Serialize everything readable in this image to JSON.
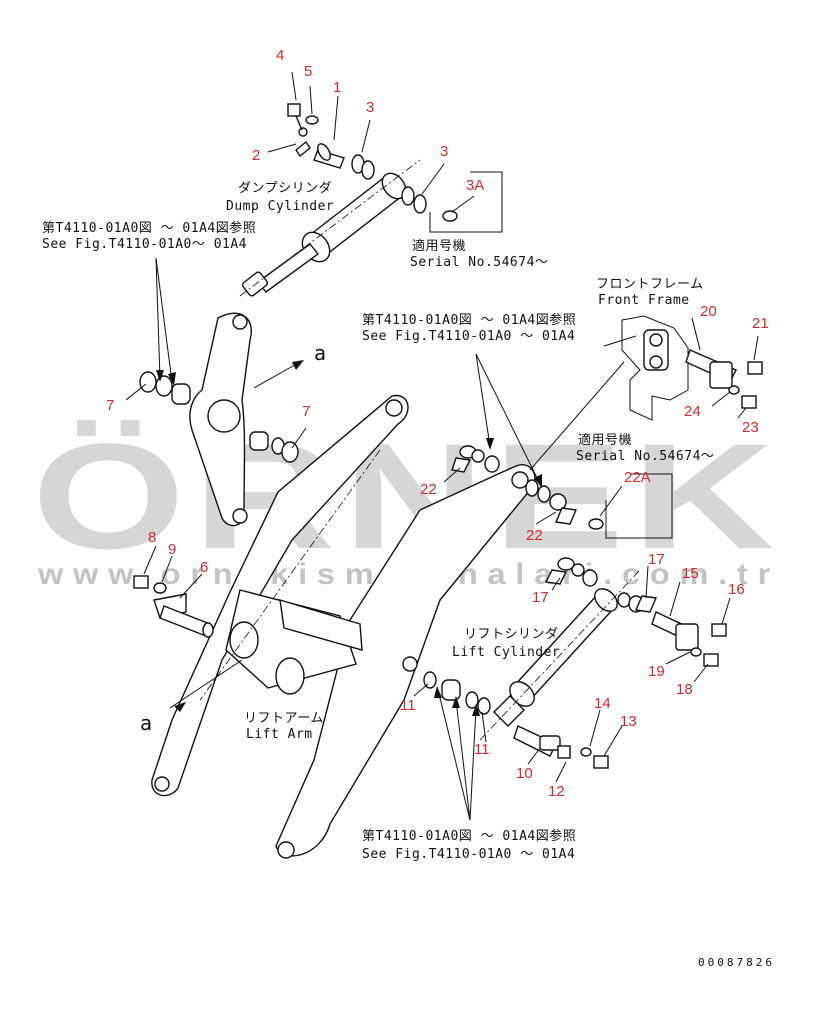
{
  "labels": {
    "dump_jp": "ダンプシリンダ",
    "dump_en": "Dump Cylinder",
    "ref1_jp": "第T4110-01A0図 ～ 01A4図参照",
    "ref1_en": "See Fig.T4110-01A0～ 01A4",
    "ref2_jp": "第T4110-01A0図 ～ 01A4図参照",
    "ref2_en": "See Fig.T4110-01A0 ～ 01A4",
    "ref3_jp": "第T4110-01A0図 ～ 01A4図参照",
    "ref3_en": "See Fig.T4110-01A0 ～ 01A4",
    "serial1_jp": "適用号機",
    "serial1_en": "Serial No.54674～",
    "serial2_jp": "適用号機",
    "serial2_en": "Serial No.54674～",
    "front_jp": "フロントフレーム",
    "front_en": "Front Frame",
    "lift_cyl_jp": "リフトシリンダ",
    "lift_cyl_en": "Lift Cylinder",
    "lift_arm_jp": "リフトアーム",
    "lift_arm_en": "Lift Arm",
    "a_upper": "a",
    "a_lower": "a",
    "drawing_no": "00087826"
  },
  "watermark": {
    "brand": "ÖRNEK",
    "url": "www.ornekismakinalari.com.tr"
  },
  "callouts": {
    "c1": "1",
    "c2": "2",
    "c3a": "3",
    "c3b": "3",
    "c3A": "3A",
    "c4": "4",
    "c5": "5",
    "c6": "6",
    "c7a": "7",
    "c7b": "7",
    "c8": "8",
    "c9": "9",
    "c10": "10",
    "c11a": "11",
    "c11b": "11",
    "c12": "12",
    "c13": "13",
    "c14": "14",
    "c15": "15",
    "c16": "16",
    "c17a": "17",
    "c17b": "17",
    "c18": "18",
    "c19": "19",
    "c20": "20",
    "c21": "21",
    "c22a": "22",
    "c22b": "22",
    "c22A": "22A",
    "c23": "23",
    "c24": "24"
  },
  "colors": {
    "callout": "#d12b2b",
    "line": "#111111",
    "watermark": "#c9c9c9",
    "watermark_accent": "#f2c744"
  }
}
